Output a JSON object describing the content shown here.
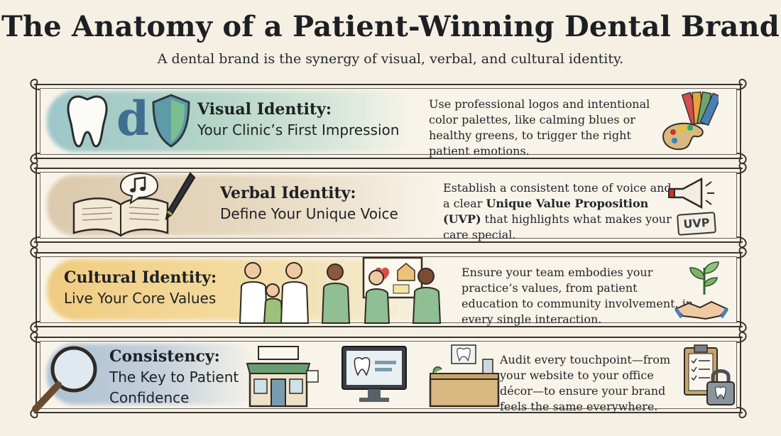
{
  "title": "The Anatomy of a Patient-Winning Dental Brand",
  "subtitle": "A dental brand is the synergy of visual, verbal, and cultural identity.",
  "panels": [
    {
      "heading": "Visual Identity:",
      "subheading": "Your Clinic’s First Impression",
      "description": "Use professional logos and intentional color palettes, like calming blues or healthy greens, to trigger the right patient emotions.",
      "logo_letter": "d",
      "icons": [
        "tooth-icon",
        "shield-icon",
        "color-swatch-icon",
        "paint-palette-icon"
      ]
    },
    {
      "heading": "Verbal Identity:",
      "subheading": "Define Your Unique Voice",
      "description_before": "Establish a consistent tone of voice and a clear ",
      "description_bold": "Unique Value Proposition (UVP)",
      "description_after": " that highlights what makes your care special.",
      "badge": "UVP",
      "icons": [
        "open-book-icon",
        "music-note-icon",
        "pen-icon",
        "megaphone-icon"
      ]
    },
    {
      "heading": "Cultural Identity:",
      "subheading": "Live Your Core Values",
      "description": "Ensure your team embodies your practice’s values, from patient education to community involvement, in every single interaction.",
      "icons": [
        "team-icon",
        "whiteboard-icon",
        "plant-icon",
        "handshake-icon"
      ]
    },
    {
      "heading": "Consistency:",
      "subheading": "The Key to Patient Confidence",
      "description": "Audit every touchpoint—from your website to your office décor—to ensure your brand feels the same everywhere.",
      "icons": [
        "magnifying-glass-icon",
        "storefront-icon",
        "monitor-icon",
        "reception-desk-icon",
        "clipboard-icon",
        "lock-icon"
      ]
    }
  ],
  "colors": {
    "background": "#f6efe3",
    "border": "#3b3530",
    "visual_wash": "#9cc6c9",
    "verbal_wash": "#d9c8ad",
    "cultural_wash": "#f0cf7e",
    "consistency_wash": "#a9bfd3"
  }
}
